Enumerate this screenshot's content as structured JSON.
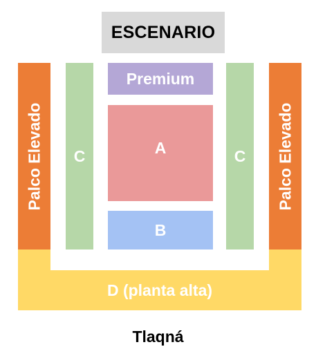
{
  "stage": {
    "label": "ESCENARIO"
  },
  "sections": {
    "palco_left": {
      "label": "Palco Elevado"
    },
    "palco_right": {
      "label": "Palco Elevado"
    },
    "c_left": {
      "label": "C"
    },
    "c_right": {
      "label": "C"
    },
    "premium": {
      "label": "Premium"
    },
    "a": {
      "label": "A"
    },
    "b": {
      "label": "B"
    },
    "d": {
      "label": "D (planta alta)"
    }
  },
  "venue": {
    "name": "Tlaqná"
  },
  "colors": {
    "stage": "#d9d9d9",
    "palco": "#ec7d36",
    "c": "#b6d7a8",
    "premium": "#b4a7d6",
    "a": "#ea9999",
    "b": "#a4c2f4",
    "d": "#ffd966"
  }
}
